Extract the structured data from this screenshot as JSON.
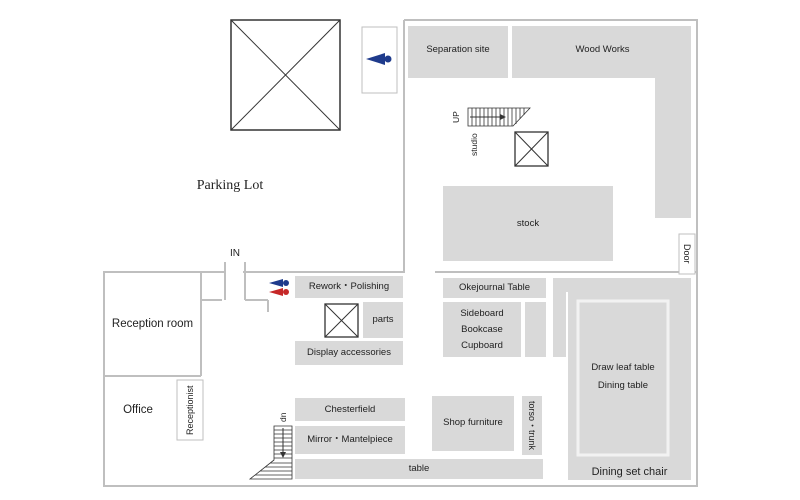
{
  "colors": {
    "wall": "#bfbfbf",
    "block": "#d9d9d9",
    "men": "#1f3b8c",
    "women": "#c62828"
  },
  "icons": [
    "elevator-x-icon",
    "restroom-icon",
    "stairs-icon",
    "arrow-icon"
  ],
  "labels": {
    "parking_lot": "Parking Lot",
    "in": "IN",
    "reception_room": "Reception room",
    "office": "Office",
    "receptionist": "Receptionist",
    "separation_site": "Separation site",
    "wood_works": "Wood Works",
    "up": "UP",
    "studio": "studio",
    "stock": "stock",
    "door": "Door",
    "rework": "Rework・Polishing",
    "parts": "parts",
    "display": "Display accessories",
    "okejournal": "Okejournal Table",
    "sideboard": "Sideboard",
    "bookcase": "Bookcase",
    "cupboard": "Cupboard",
    "draw_leaf": "Draw leaf table",
    "dining_table": "Dining table",
    "chesterfield": "Chesterfield",
    "mirror": "Mirror・Mantelpiece",
    "shop_furniture": "Shop furniture",
    "torso_trunk": "torso・trunk",
    "dn": "dn",
    "table": "table",
    "dining_set_chair": "Dining set chair"
  }
}
